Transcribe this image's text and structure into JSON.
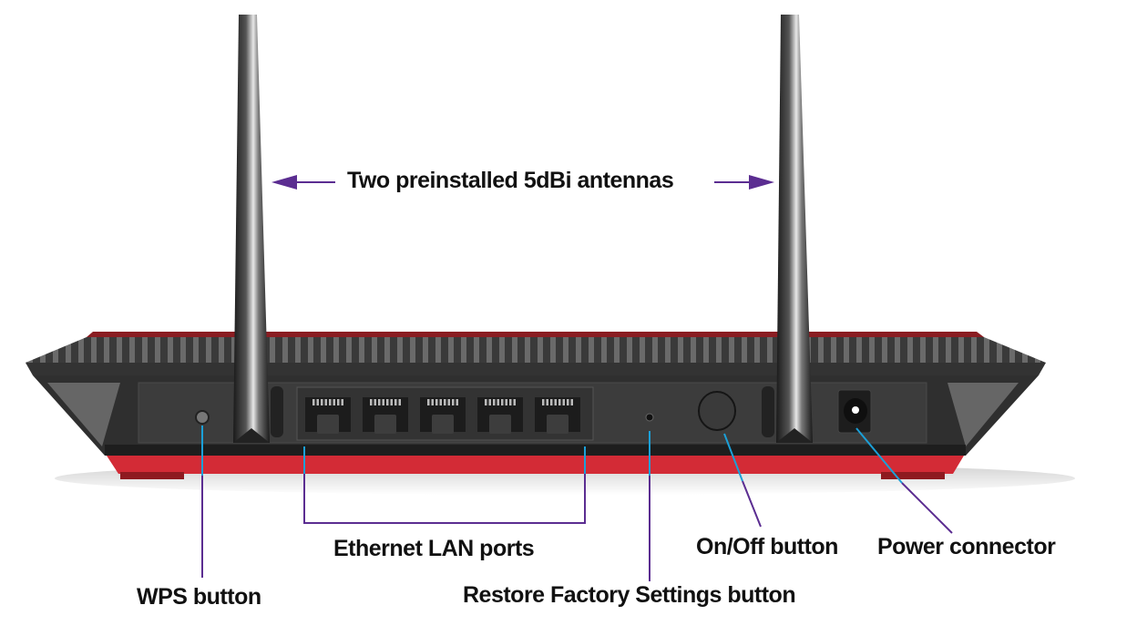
{
  "diagram": {
    "subject": "Router rear panel",
    "colors": {
      "callout_line": "#5b2d91",
      "callout_tip": "#1ba0d8",
      "body_dark": "#2b2b2b",
      "body_red": "#d32b36"
    },
    "labels": {
      "antennas": "Two preinstalled 5dBi antennas",
      "lan_ports": "Ethernet LAN ports",
      "wps": "WPS button",
      "restore": "Restore Factory Settings button",
      "onoff": "On/Off button",
      "power": "Power connector"
    },
    "lan_port_count": 5,
    "antenna_count": 2
  }
}
